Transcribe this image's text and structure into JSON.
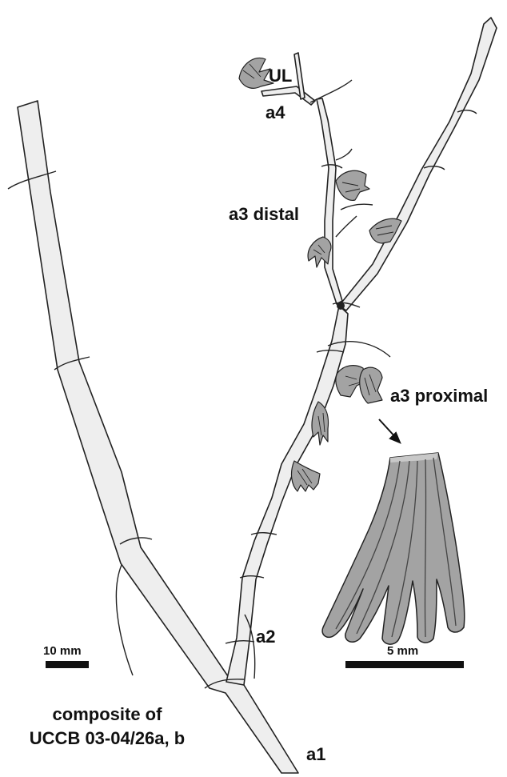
{
  "labels": {
    "ul": "UL",
    "a4": "a4",
    "a3_distal": "a3 distal",
    "a3_proximal": "a3 proximal",
    "a2": "a2",
    "a1": "a1"
  },
  "scale_bars": {
    "left": "10 mm",
    "right": "5 mm"
  },
  "caption": {
    "line1": "composite of",
    "line2": "UCCB 03-04/26a, b"
  },
  "colors": {
    "stem_fill": "#eeeeee",
    "leaf_fill": "#a3a3a3",
    "outline": "#222222"
  }
}
